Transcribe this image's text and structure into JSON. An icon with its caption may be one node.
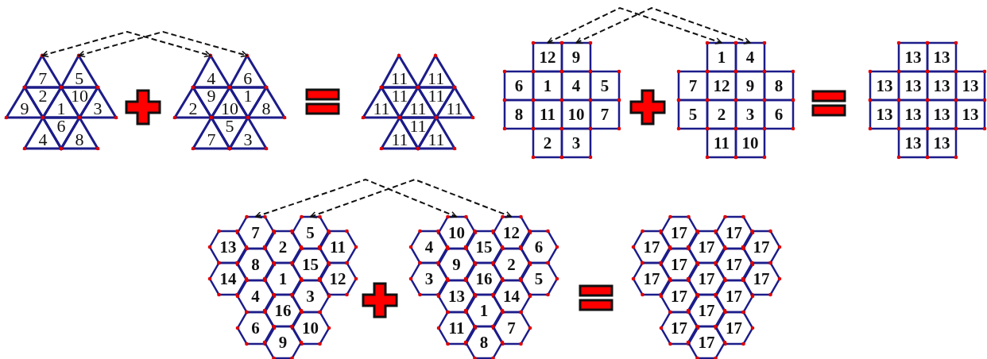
{
  "diagram": {
    "nodes": [
      {
        "text": [
          "7"
        ]
      },
      {
        "text": [
          "5"
        ]
      },
      {
        "text": [
          "9"
        ]
      },
      {
        "text": [
          "2"
        ]
      },
      {
        "text": [
          "1"
        ]
      },
      {
        "text": [
          "10"
        ]
      },
      {
        "text": [
          "3"
        ]
      },
      {
        "text": [
          "4"
        ]
      },
      {
        "text": [
          "6"
        ]
      },
      {
        "text": [
          "8"
        ]
      },
      {
        "text": [
          "4"
        ]
      },
      {
        "text": [
          "6"
        ]
      },
      {
        "text": [
          "2"
        ]
      },
      {
        "text": [
          "9"
        ]
      },
      {
        "text": [
          "10"
        ]
      },
      {
        "text": [
          "1"
        ]
      },
      {
        "text": [
          "8"
        ]
      },
      {
        "text": [
          "7"
        ]
      },
      {
        "text": [
          "5"
        ]
      },
      {
        "text": [
          "3"
        ]
      },
      {
        "text": [
          "11"
        ]
      },
      {
        "text": [
          "11"
        ]
      },
      {
        "text": [
          "11"
        ]
      },
      {
        "text": [
          "11"
        ]
      },
      {
        "text": [
          "11"
        ]
      },
      {
        "text": [
          "11"
        ]
      },
      {
        "text": [
          "11"
        ]
      },
      {
        "text": [
          "11"
        ]
      },
      {
        "text": [
          "11"
        ]
      },
      {
        "text": [
          "11"
        ]
      },
      {
        "text": [
          "12"
        ]
      },
      {
        "text": [
          "9"
        ]
      },
      {
        "text": [
          "6"
        ]
      },
      {
        "text": [
          "1"
        ]
      },
      {
        "text": [
          "4"
        ]
      },
      {
        "text": [
          "5"
        ]
      },
      {
        "text": [
          "8"
        ]
      },
      {
        "text": [
          "11"
        ]
      },
      {
        "text": [
          "10"
        ]
      },
      {
        "text": [
          "7"
        ]
      },
      {
        "text": [
          "2"
        ]
      },
      {
        "text": [
          "3"
        ]
      },
      {
        "text": [
          "1"
        ]
      },
      {
        "text": [
          "4"
        ]
      },
      {
        "text": [
          "7"
        ]
      },
      {
        "text": [
          "12"
        ]
      },
      {
        "text": [
          "9"
        ]
      },
      {
        "text": [
          "8"
        ]
      },
      {
        "text": [
          "5"
        ]
      },
      {
        "text": [
          "2"
        ]
      },
      {
        "text": [
          "3"
        ]
      },
      {
        "text": [
          "6"
        ]
      },
      {
        "text": [
          "11"
        ]
      },
      {
        "text": [
          "10"
        ]
      },
      {
        "text": [
          "13"
        ]
      },
      {
        "text": [
          "13"
        ]
      },
      {
        "text": [
          "13"
        ]
      },
      {
        "text": [
          "13"
        ]
      },
      {
        "text": [
          "13"
        ]
      },
      {
        "text": [
          "13"
        ]
      },
      {
        "text": [
          "13"
        ]
      },
      {
        "text": [
          "13"
        ]
      },
      {
        "text": [
          "13"
        ]
      },
      {
        "text": [
          "13"
        ]
      },
      {
        "text": [
          "13"
        ]
      },
      {
        "text": [
          "13"
        ]
      },
      {
        "text": [
          "7"
        ]
      },
      {
        "text": [
          "5"
        ]
      },
      {
        "text": [
          "13"
        ]
      },
      {
        "text": [
          "2"
        ]
      },
      {
        "text": [
          "11"
        ]
      },
      {
        "text": [
          "8"
        ]
      },
      {
        "text": [
          "15"
        ]
      },
      {
        "text": [
          "14"
        ]
      },
      {
        "text": [
          "1"
        ]
      },
      {
        "text": [
          "12"
        ]
      },
      {
        "text": [
          "4"
        ]
      },
      {
        "text": [
          "3"
        ]
      },
      {
        "text": [
          "16"
        ]
      },
      {
        "text": [
          "6"
        ]
      },
      {
        "text": [
          "10"
        ]
      },
      {
        "text": [
          "9"
        ]
      },
      {
        "text": [
          "10"
        ]
      },
      {
        "text": [
          "12"
        ]
      },
      {
        "text": [
          "4"
        ]
      },
      {
        "text": [
          "15"
        ]
      },
      {
        "text": [
          "6"
        ]
      },
      {
        "text": [
          "9"
        ]
      },
      {
        "text": [
          "2"
        ]
      },
      {
        "text": [
          "3"
        ]
      },
      {
        "text": [
          "16"
        ]
      },
      {
        "text": [
          "5"
        ]
      },
      {
        "text": [
          "13"
        ]
      },
      {
        "text": [
          "14"
        ]
      },
      {
        "text": [
          "1"
        ]
      },
      {
        "text": [
          "11"
        ]
      },
      {
        "text": [
          "7"
        ]
      },
      {
        "text": [
          "8"
        ]
      },
      {
        "text": [
          "17"
        ]
      },
      {
        "text": [
          "17"
        ]
      },
      {
        "text": [
          "17"
        ]
      },
      {
        "text": [
          "17"
        ]
      },
      {
        "text": [
          "17"
        ]
      },
      {
        "text": [
          "17"
        ]
      },
      {
        "text": [
          "17"
        ]
      },
      {
        "text": [
          "17"
        ]
      },
      {
        "text": [
          "17"
        ]
      },
      {
        "text": [
          "17"
        ]
      },
      {
        "text": [
          "17"
        ]
      },
      {
        "text": [
          "17"
        ]
      },
      {
        "text": [
          "17"
        ]
      },
      {
        "text": [
          "17"
        ]
      },
      {
        "text": [
          "17"
        ]
      },
      {
        "text": [
          "17"
        ]
      }
    ],
    "edges": [
      {
        "from": 0,
        "to": 10,
        "arrow": "both",
        "style": "dashed"
      },
      {
        "from": 1,
        "to": 11,
        "arrow": "both",
        "style": "dashed"
      },
      {
        "from": 30,
        "to": 42,
        "arrow": "both",
        "style": "dashed"
      },
      {
        "from": 31,
        "to": 43,
        "arrow": "both",
        "style": "dashed"
      },
      {
        "from": 66,
        "to": 82,
        "arrow": "both",
        "style": "dashed"
      },
      {
        "from": 67,
        "to": 83,
        "arrow": "both",
        "style": "dashed"
      }
    ]
  }
}
